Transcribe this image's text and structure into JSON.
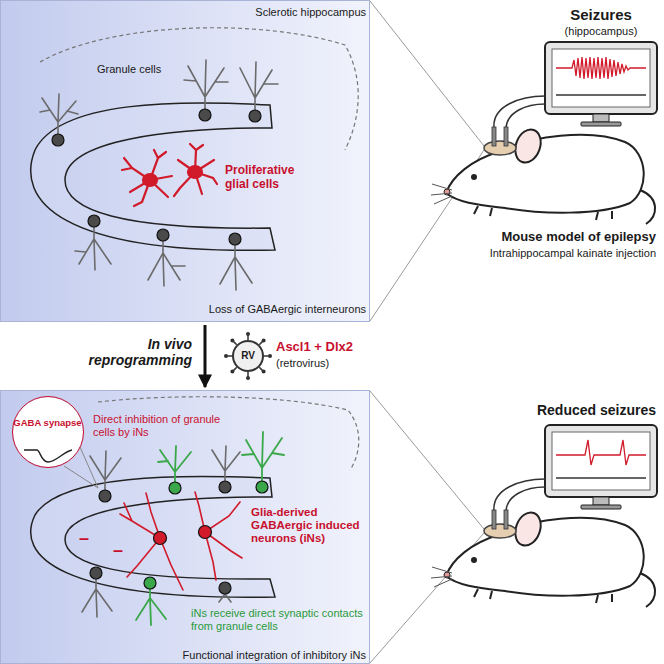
{
  "diagram": {
    "nodes": [
      {
        "text": [
          "Sclerotic hippocampus",
          "Granule cells",
          "Proliferative glial cells",
          "Loss of GABAergic interneurons"
        ]
      },
      {
        "text": [
          "RV"
        ]
      },
      {
        "text": [
          "Direct inhibition of granule cells by iNs",
          "Glia-derived GABAergic induced neurons (iNs)",
          "iNs receive direct synaptic contacts from granule cells",
          "Functional integration of inhibitory iNs",
          "–",
          "–"
        ]
      },
      {
        "text": [
          "GABA synapse"
        ],
        "in": 2
      }
    ],
    "edges": [
      {
        "from": 0,
        "to": 2,
        "arrow": "to"
      }
    ],
    "labels": [
      "Seizures",
      "(hippocampus)",
      "Mouse model of epilepsy",
      "Intrahippocampal kainate injection",
      "In vivo reprogramming",
      "Ascl1 + Dlx2",
      "(retrovirus)",
      "Reduced seizures"
    ]
  }
}
